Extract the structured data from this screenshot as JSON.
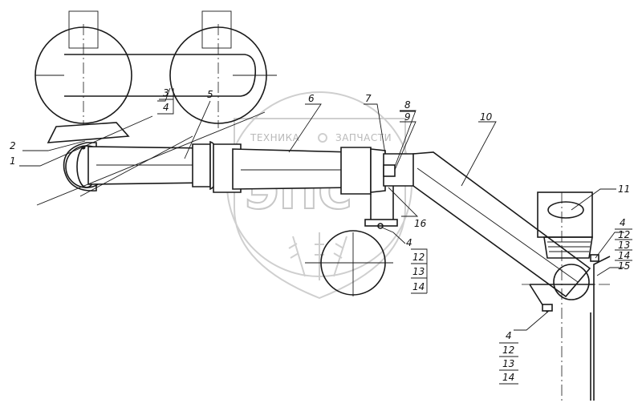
{
  "watermark": {
    "left_text": "ТЕХНИКА",
    "right_text": "ЗАПЧАСТИ",
    "logo_text": "ЭПС"
  },
  "callouts": [
    {
      "id": "c1",
      "label": "1"
    },
    {
      "id": "c2",
      "label": "2"
    },
    {
      "id": "c3",
      "label": "3"
    },
    {
      "id": "c3b",
      "label": "4"
    },
    {
      "id": "c5",
      "label": "5"
    },
    {
      "id": "c6",
      "label": "6"
    },
    {
      "id": "c7",
      "label": "7"
    },
    {
      "id": "c8",
      "label": "8"
    },
    {
      "id": "c9",
      "label": "9"
    },
    {
      "id": "c10",
      "label": "10"
    },
    {
      "id": "c11",
      "label": "11"
    },
    {
      "id": "c16",
      "label": "16"
    },
    {
      "id": "m1a",
      "label": "4"
    },
    {
      "id": "m1b",
      "label": "12"
    },
    {
      "id": "m1c",
      "label": "13"
    },
    {
      "id": "m1d",
      "label": "14"
    },
    {
      "id": "m2a",
      "label": "4"
    },
    {
      "id": "m2b",
      "label": "12"
    },
    {
      "id": "m2c",
      "label": "13"
    },
    {
      "id": "m2d",
      "label": "14"
    },
    {
      "id": "m2e",
      "label": "15"
    },
    {
      "id": "m3a",
      "label": "4"
    },
    {
      "id": "m3b",
      "label": "12"
    },
    {
      "id": "m3c",
      "label": "13"
    },
    {
      "id": "m3d",
      "label": "14"
    }
  ]
}
